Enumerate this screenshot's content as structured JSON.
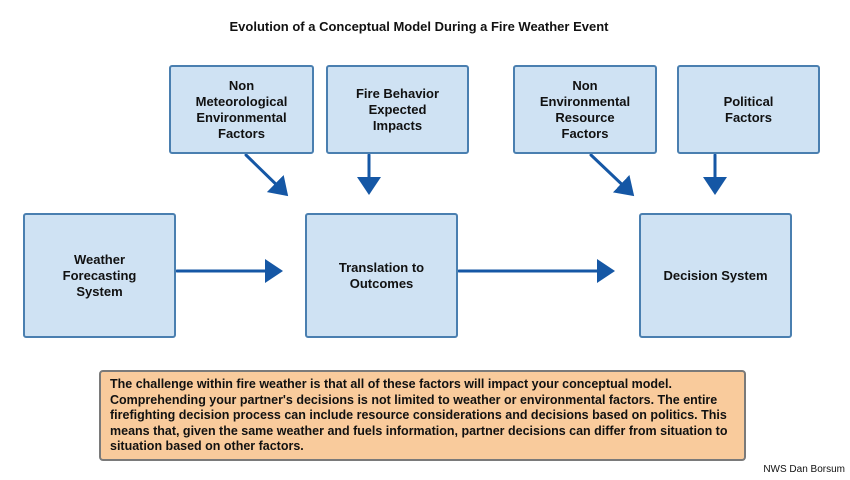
{
  "title": "Evolution of a Conceptual Model During a Fire Weather Event",
  "boxes": {
    "non_meteorological": "Non\nMeteorological\nEnvironmental\nFactors",
    "fire_behavior": "Fire Behavior\nExpected\nImpacts",
    "non_environmental": "Non\nEnvironmental\nResource\nFactors",
    "political": "Political\nFactors",
    "weather_forecasting": "Weather\nForecasting\nSystem",
    "translation": "Translation to\nOutcomes",
    "decision": "Decision System"
  },
  "note": "The challenge within fire weather is that all of these factors will impact your conceptual model. Comprehending your partner's decisions is not limited to weather or environmental factors. The entire firefighting decision process can include resource considerations and decisions based on politics. This means that, given the same weather and fuels information, partner decisions can differ from situation to situation based on other factors.",
  "credit": "NWS Dan Borsum",
  "colors": {
    "box_fill": "#cfe2f3",
    "box_border": "#4a7fb0",
    "arrow": "#1557a5",
    "note_fill": "#f9cb9c"
  }
}
